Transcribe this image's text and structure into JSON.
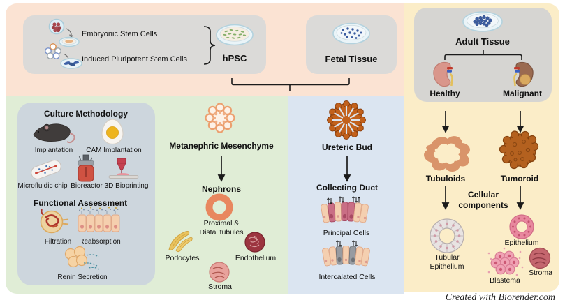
{
  "sources": {
    "stem_box": {
      "esc_label": "Embryonic Stem Cells",
      "ipsc_label": "Induced Pluripotent Stem Cells",
      "hpsc_label": "hPSC"
    },
    "fetal_box": {
      "label": "Fetal Tissue"
    },
    "adult_box": {
      "label": "Adult Tissue",
      "healthy_label": "Healthy",
      "malignant_label": "Malignant"
    }
  },
  "methodology": {
    "culture_title": "Culture Methodology",
    "implantation": "Implantation",
    "cam_implantation": "CAM Implantation",
    "microfluidic_chip": "Microfluidic chip",
    "bioreactor": "Bioreactor",
    "bioprinting": "3D Bioprinting",
    "assessment_title": "Functional Assessment",
    "filtration": "Filtration",
    "reabsorption": "Reabsorption",
    "renin_secretion": "Renin Secretion"
  },
  "nephron_lineage": {
    "metanephric_mesenchyme": "Metanephric Mesenchyme",
    "nephrons": "Nephrons",
    "proximal_distal": "Proximal &\nDistal tubules",
    "podocytes": "Podocytes",
    "endothelium": "Endothelium",
    "stroma": "Stroma"
  },
  "ureteric_lineage": {
    "ureteric_bud": "Ureteric Bud",
    "collecting_duct": "Collecting Duct",
    "principal_cells": "Principal Cells",
    "intercalated_cells": "Intercalated Cells"
  },
  "adult_lineage": {
    "tubuloids": "Tubuloids",
    "tumoroid": "Tumoroid",
    "cellular_components": "Cellular\ncomponents",
    "tubular_epithelium": "Tubular\nEpithelium",
    "epithelium": "Epithelium",
    "blastema": "Blastema",
    "stroma": "Stroma"
  },
  "footer": {
    "credit": "Created with Biorender.com"
  },
  "colors": {
    "panel_pink": "#fbe3d3",
    "panel_green": "#e0edd6",
    "panel_blue": "#dbe5f1",
    "panel_yellow": "#fbedc8",
    "card_gray": "#dbdad8",
    "card_blue_gray": "#cdd6dd",
    "arrow_black": "#1b1b1b",
    "orange_organoid": "#e8875f",
    "ureteric_orange": "#c2611c",
    "tumoroid_brown": "#b4611f"
  }
}
